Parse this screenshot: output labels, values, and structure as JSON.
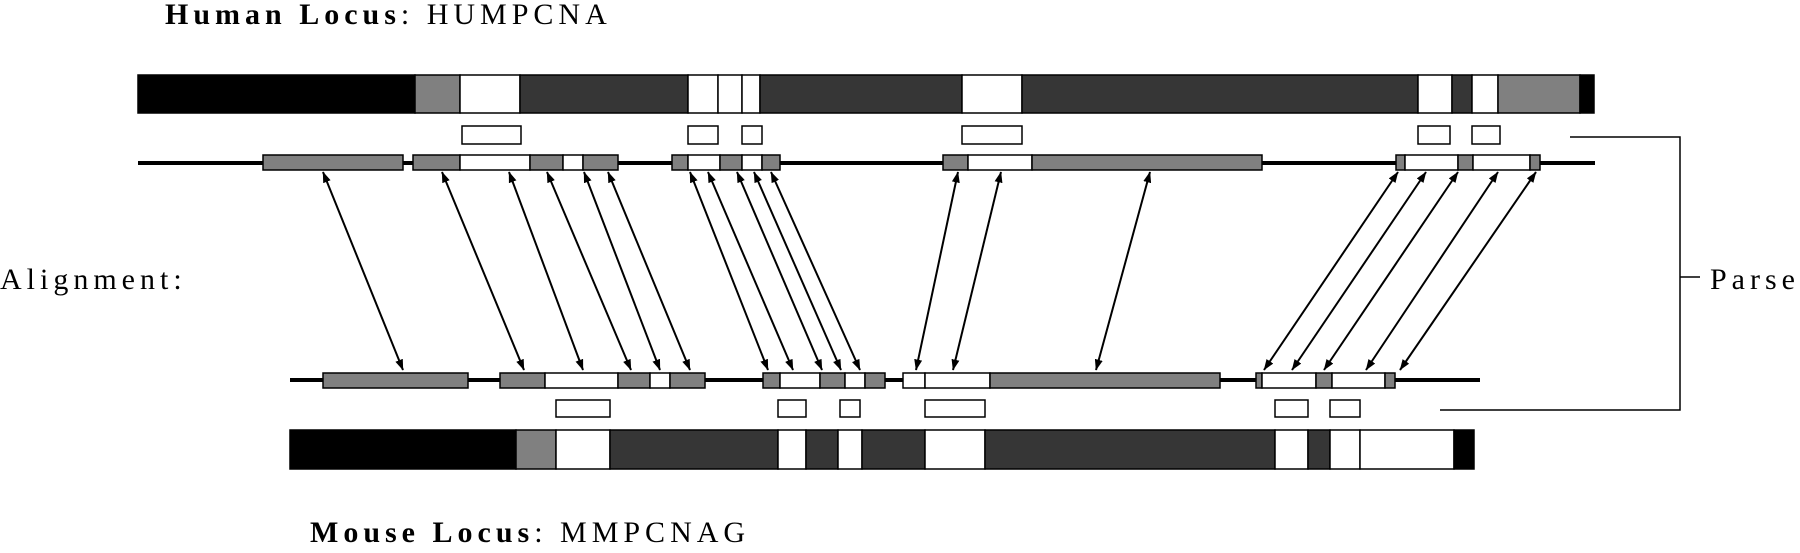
{
  "labels": {
    "human_prefix": "Human Locus",
    "human_name": ": HUMPCNA",
    "mouse_prefix": "Mouse Locus",
    "mouse_name": ": MMPCNAG",
    "alignment": "Alignment:",
    "parse": "Parse"
  },
  "colors": {
    "black": "#000000",
    "dark": "#363636",
    "mid": "#808080",
    "white": "#ffffff"
  }
}
